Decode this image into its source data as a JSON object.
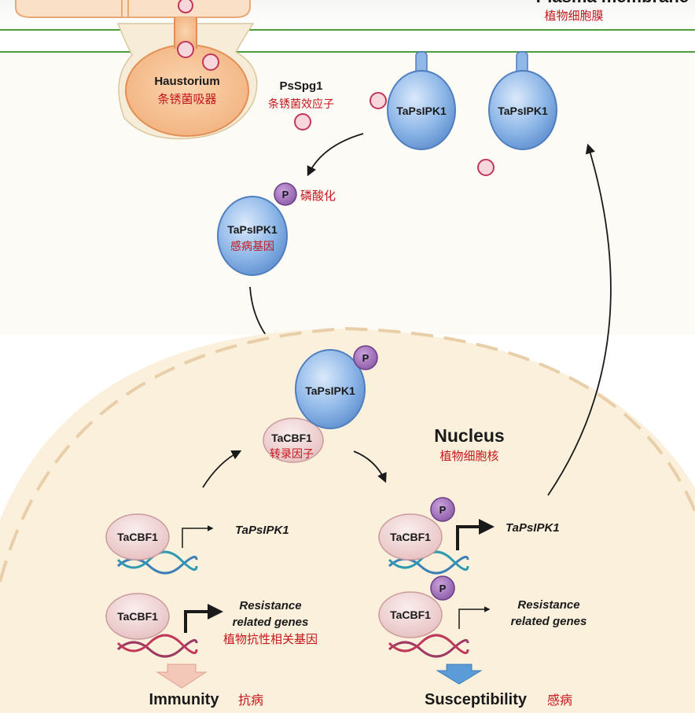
{
  "membrane": {
    "title_en": "Plasma membrane",
    "title_cn": "植物细胞膜"
  },
  "haustorium": {
    "label_en": "Haustorium",
    "label_cn": "条锈菌吸器"
  },
  "effector": {
    "label_en": "PsSpg1",
    "label_cn": "条锈菌效应子"
  },
  "kinase": {
    "name": "TaPsIPK1",
    "cn": "感病基因"
  },
  "phospho": {
    "badge": "P",
    "label_cn": "磷酸化"
  },
  "nucleus": {
    "label_en": "Nucleus",
    "label_cn": "植物细胞核"
  },
  "tf": {
    "name": "TaCBF1",
    "cn": "转录因子"
  },
  "genes": {
    "tapsipk1": "TaPsIPK1",
    "resistance_line1": "Resistance",
    "resistance_line2": "related genes",
    "resistance_cn": "植物抗性相关基因"
  },
  "outcomes": {
    "immunity_en": "Immunity",
    "immunity_cn": "抗病",
    "susceptibility_en": "Susceptibility",
    "susceptibility_cn": "感病"
  },
  "colors": {
    "kinase_fill": "#8fb8e8",
    "phospho_fill": "#a070b8",
    "tf_fill": "#f1d6d6",
    "nucleus_fill": "#fbf0dc",
    "membrane_line": "#4a9e3c",
    "immunity_arrow": "#f4c8b8",
    "susceptibility_arrow": "#5a9bd8",
    "chinese_text": "#c4161c"
  }
}
